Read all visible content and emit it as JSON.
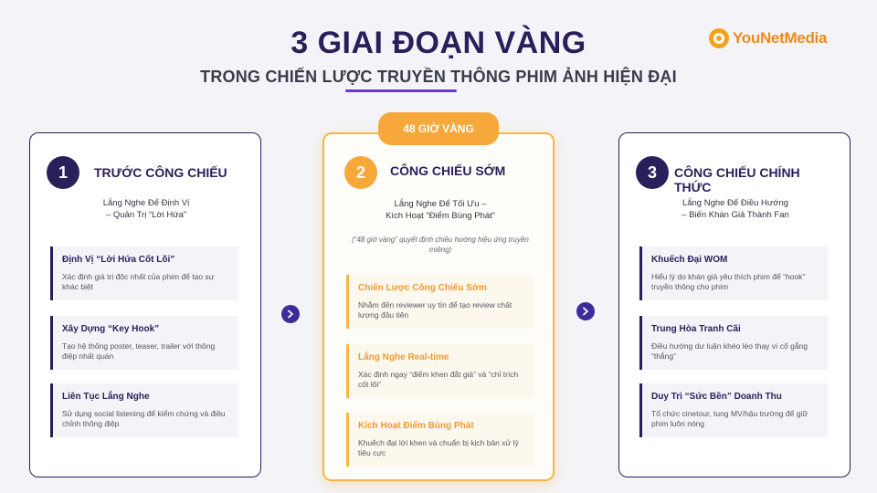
{
  "header": {
    "title": "3 GIAI ĐOẠN VÀNG",
    "subtitle": "TRONG CHIẾN LƯỢC TRUYỀN THÔNG PHIM ẢNH HIỆN ĐẠI",
    "logo_text": "YouNetMedia",
    "accent_color": "#6a35d6"
  },
  "badge": {
    "label": "48 GIỜ VÀNG"
  },
  "stages": [
    {
      "number": "1",
      "title": "TRƯỚC CÔNG CHIẾU",
      "sub_line1": "Lắng Nghe Để Định Vị",
      "sub_line2": "– Quản Trị “Lời Hứa”",
      "items": [
        {
          "title": "Định Vị “Lời Hứa Cốt Lõi”",
          "desc": "Xác định giá trị độc nhất của phim để tạo sự khác biệt"
        },
        {
          "title": "Xây Dựng “Key Hook”",
          "desc": "Tạo hệ thống poster, teaser, trailer với thông điệp nhất quán"
        },
        {
          "title": "Liên Tục Lắng Nghe",
          "desc": "Sử dụng social listening để kiểm chứng và điều chỉnh thông điệp"
        }
      ]
    },
    {
      "number": "2",
      "title": "CÔNG CHIẾU SỚM",
      "sub_line1": "Lắng Nghe Để Tối Ưu –",
      "sub_line2": "Kích Hoạt “Điểm Bùng Phát”",
      "note": "(“48 giờ vàng” quyết định chiều hướng hiệu ứng truyền miệng)",
      "items": [
        {
          "title": "Chiến Lược Công Chiếu Sớm",
          "desc": "Nhắm đến reviewer uy tín để tạo review chất lượng đầu tiên"
        },
        {
          "title": "Lắng Nghe Real-time",
          "desc": "Xác định ngay “điểm khen đắt giá” và “chỉ trích cốt lõi”"
        },
        {
          "title": "Kích Hoạt Điểm Bùng Phát",
          "desc": "Khuếch đại lời khen và chuẩn bị kịch bản xử lý tiêu cực"
        }
      ]
    },
    {
      "number": "3",
      "title": "CÔNG CHIẾU CHÍNH THỨC",
      "sub_line1": "Lắng Nghe Để Điều Hướng",
      "sub_line2": "– Biến Khán Giả Thành Fan",
      "items": [
        {
          "title": "Khuếch Đại WOM",
          "desc": "Hiểu lý do khán giả yêu thích phim để “hook” truyền thông cho phim"
        },
        {
          "title": "Trung Hòa Tranh Cãi",
          "desc": "Điều hướng dư luận khéo léo thay vì cố gắng “thắng”"
        },
        {
          "title": "Duy Trì “Sức Bền” Doanh Thu",
          "desc": "Tổ chức cinetour, tung MV/hậu trường để giữ phim luôn nóng"
        }
      ]
    }
  ],
  "colors": {
    "navy": "#2a1f5a",
    "orange": "#f6a83a",
    "orange_text": "#f39a2e"
  }
}
